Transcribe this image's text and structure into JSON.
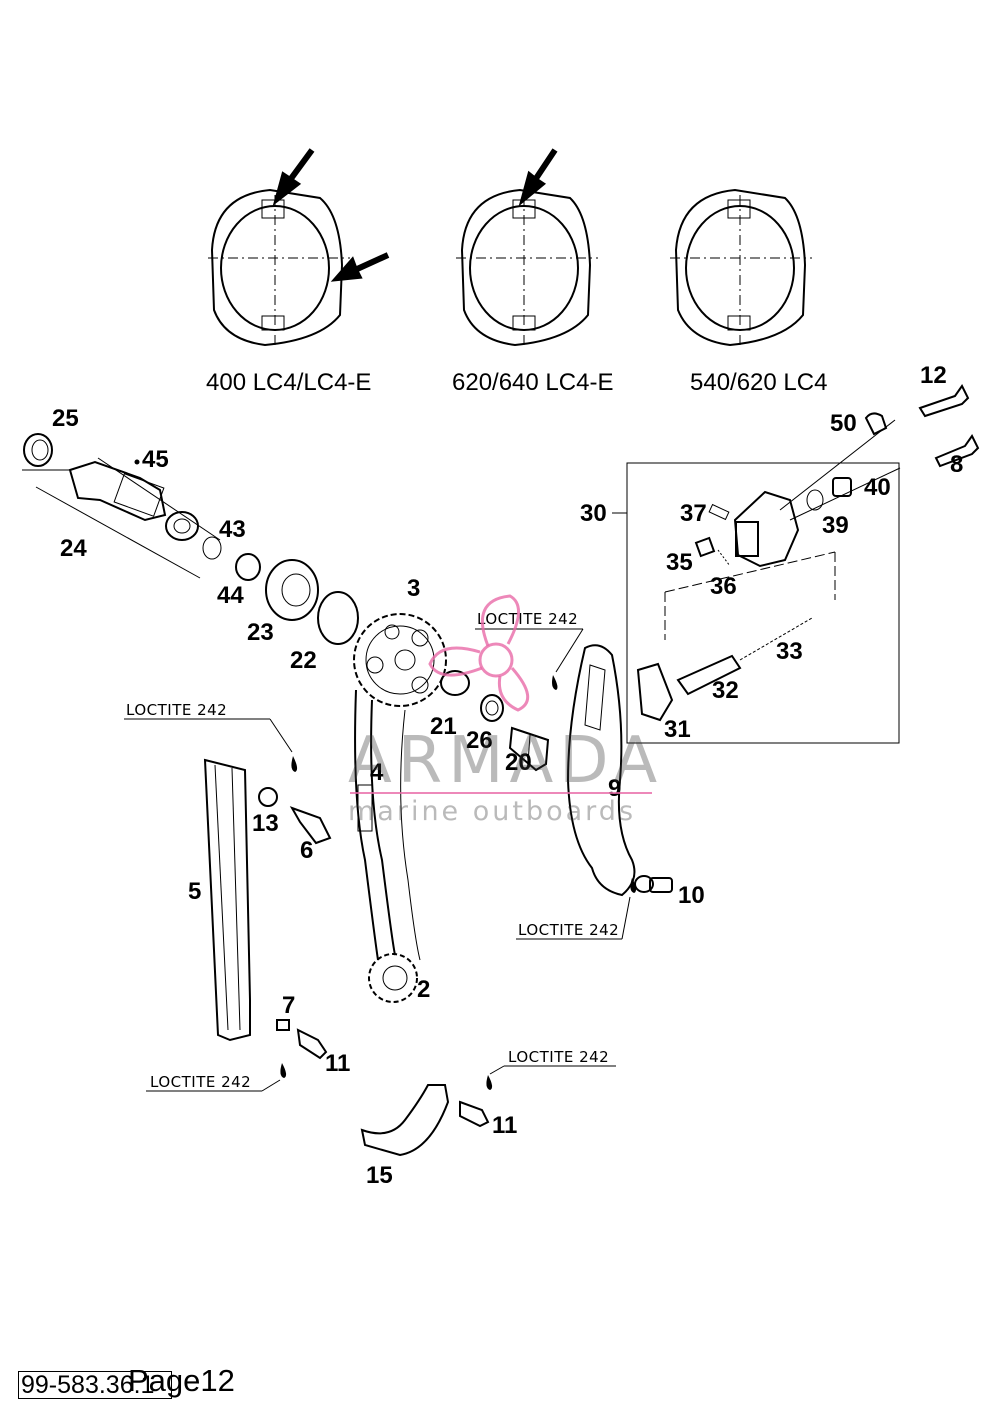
{
  "sections": [
    {
      "name": "400 LC4/LC4-E"
    },
    {
      "name": "620/640 LC4-E"
    },
    {
      "name": "540/620 LC4"
    }
  ],
  "loctite_label": "LOCTITE 242",
  "part_numbers": {
    "p2": "2",
    "p3": "3",
    "p4": "4",
    "p5": "5",
    "p6": "6",
    "p7": "7",
    "p8": "8",
    "p9": "9",
    "p10": "10",
    "p11a": "11",
    "p11b": "11",
    "p12": "12",
    "p13": "13",
    "p15": "15",
    "p20": "20",
    "p21": "21",
    "p22": "22",
    "p23": "23",
    "p24": "24",
    "p25": "25",
    "p26": "26",
    "p30": "30",
    "p31": "31",
    "p32": "32",
    "p33": "33",
    "p35": "35",
    "p36": "36",
    "p37": "37",
    "p39": "39",
    "p40": "40",
    "p43": "43",
    "p44": "44",
    "p45": "45",
    "p50": "50"
  },
  "watermark": {
    "brand": "ARMADA",
    "tagline": "marine outboards",
    "accent_color": "#e86aa8"
  },
  "footer": {
    "code": "99-583.36.1",
    "page": "Page12"
  }
}
